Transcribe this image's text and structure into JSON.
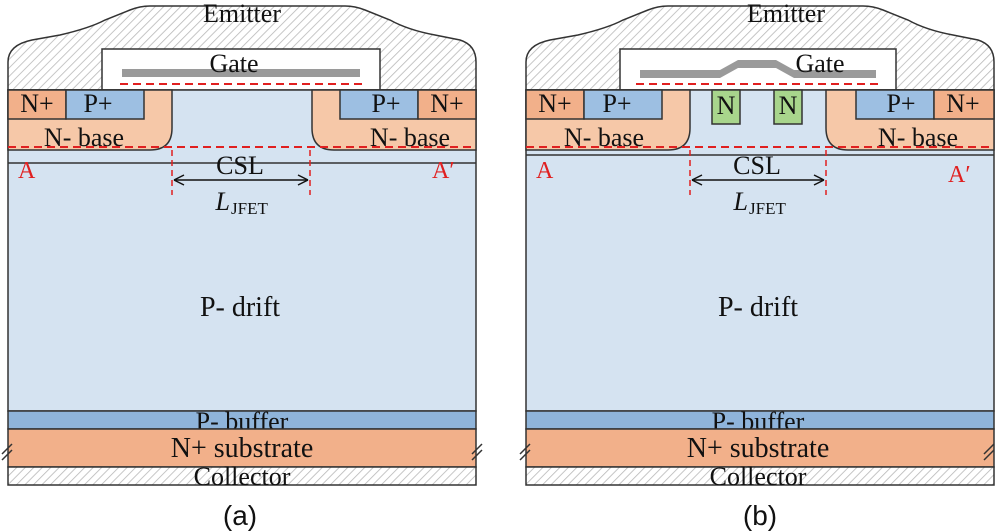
{
  "panels": [
    {
      "id": "a",
      "caption": "(a)",
      "emitter": "Emitter",
      "gate": "Gate",
      "nplus_left": "N+",
      "pplus_left": "P+",
      "pplus_right": "P+",
      "nplus_right": "N+",
      "nbase_left": "N- base",
      "nbase_right": "N- base",
      "csl": "CSL",
      "ljfet_main": "L",
      "ljfet_sub": "JFET",
      "cut_left": "A",
      "cut_right": "A′",
      "drift": "P- drift",
      "buffer": "P- buffer",
      "substrate": "N+ substrate",
      "collector": "Collector"
    },
    {
      "id": "b",
      "caption": "(b)",
      "emitter": "Emitter",
      "gate": "Gate",
      "nplus_left": "N+",
      "pplus_left": "P+",
      "pplus_right": "P+",
      "nplus_right": "N+",
      "n_island_1": "N",
      "n_island_2": "N",
      "nbase_left": "N- base",
      "nbase_right": "N- base",
      "csl": "CSL",
      "ljfet_main": "L",
      "ljfet_sub": "JFET",
      "cut_left": "A",
      "cut_right": "A′",
      "drift": "P- drift",
      "buffer": "P- buffer",
      "substrate": "N+ substrate",
      "collector": "Collector"
    }
  ],
  "colors": {
    "drift": "#d5e3f1",
    "buffer": "#8fb4da",
    "substrate": "#f2b08a",
    "nbase": "#f6c8a8",
    "pplus": "#9dbfe2",
    "nplus": "#f2b08a",
    "n_island": "#a8d58c",
    "cut_line": "#e02020"
  }
}
